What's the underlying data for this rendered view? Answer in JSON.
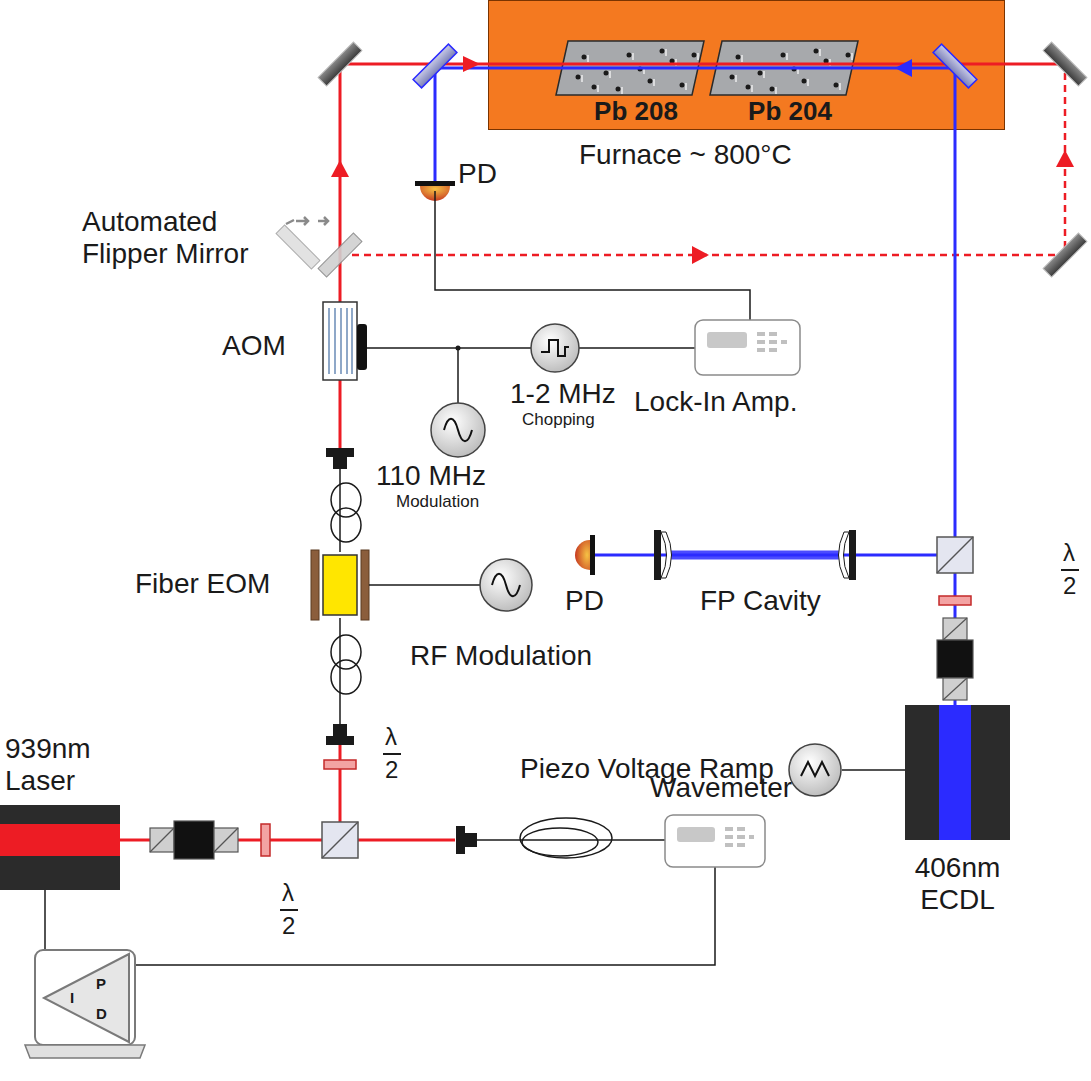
{
  "diagram": {
    "nodes": [
      {
        "text": [
          "Furnace ~ 800°C"
        ]
      },
      {
        "text": [
          "Pb 208"
        ],
        "in": 0
      },
      {
        "text": [
          "Pb 204"
        ],
        "in": 0
      }
    ],
    "labels": [
      "PD",
      "Automated Flipper Mirror",
      "AOM",
      "1-2 MHz",
      "Chopping",
      "Lock-In Amp.",
      "110 MHz",
      "Modulation",
      "PD",
      "FP Cavity",
      "λ",
      "2",
      "Fiber EOM",
      "RF Modulation",
      "Piezo Voltage Ramp",
      "λ",
      "2",
      "939nm Laser",
      "Wavemeter",
      "406nm ECDL",
      "λ",
      "2",
      "P",
      "I",
      "D"
    ]
  }
}
